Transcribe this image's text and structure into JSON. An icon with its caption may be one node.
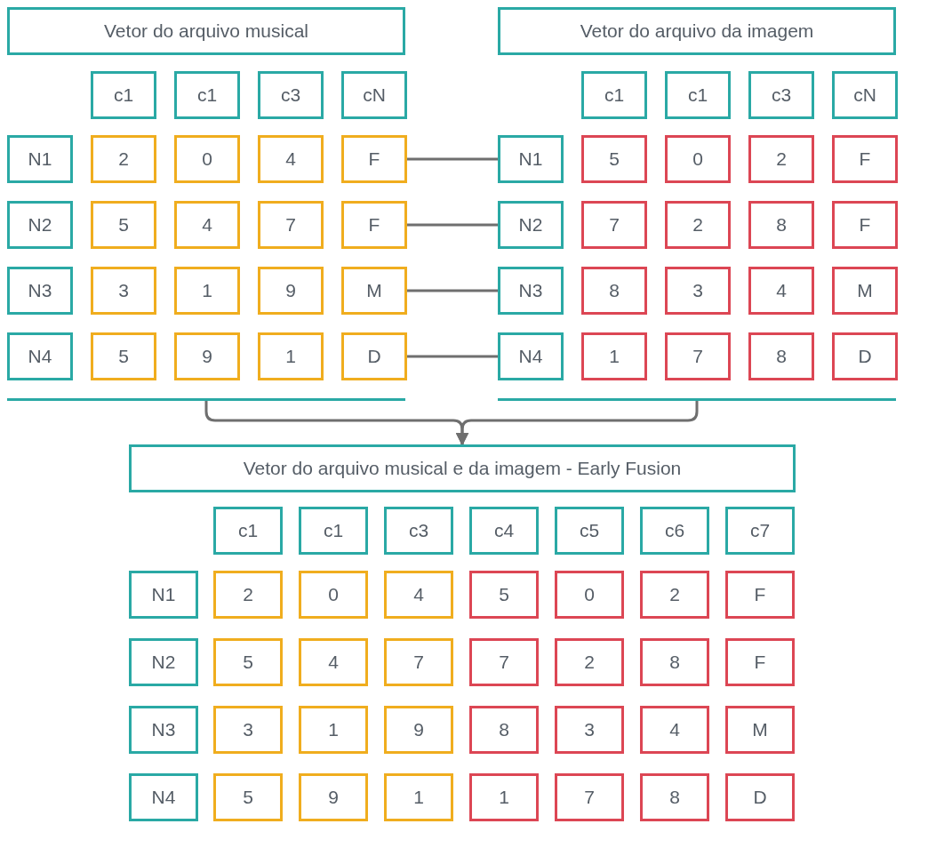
{
  "diagram": {
    "nodes": [
      {
        "text": [
          "Vetor do arquivo musical"
        ]
      },
      {
        "text": [
          "c1"
        ]
      },
      {
        "text": [
          "c1"
        ]
      },
      {
        "text": [
          "c3"
        ]
      },
      {
        "text": [
          "cN"
        ]
      },
      {
        "text": [
          "N1"
        ]
      },
      {
        "text": [
          "2"
        ]
      },
      {
        "text": [
          "0"
        ]
      },
      {
        "text": [
          "4"
        ]
      },
      {
        "text": [
          "F"
        ]
      },
      {
        "text": [
          "N2"
        ]
      },
      {
        "text": [
          "5"
        ]
      },
      {
        "text": [
          "4"
        ]
      },
      {
        "text": [
          "7"
        ]
      },
      {
        "text": [
          "F"
        ]
      },
      {
        "text": [
          "N3"
        ]
      },
      {
        "text": [
          "3"
        ]
      },
      {
        "text": [
          "1"
        ]
      },
      {
        "text": [
          "9"
        ]
      },
      {
        "text": [
          "M"
        ]
      },
      {
        "text": [
          "N4"
        ]
      },
      {
        "text": [
          "5"
        ]
      },
      {
        "text": [
          "9"
        ]
      },
      {
        "text": [
          "1"
        ]
      },
      {
        "text": [
          "D"
        ]
      },
      {
        "text": [],
        "shape": "bar"
      },
      {
        "text": [
          "Vetor do arquivo da imagem"
        ]
      },
      {
        "text": [
          "c1"
        ]
      },
      {
        "text": [
          "c1"
        ]
      },
      {
        "text": [
          "c3"
        ]
      },
      {
        "text": [
          "cN"
        ]
      },
      {
        "text": [
          "N1"
        ]
      },
      {
        "text": [
          "5"
        ]
      },
      {
        "text": [
          "0"
        ]
      },
      {
        "text": [
          "2"
        ]
      },
      {
        "text": [
          "F"
        ]
      },
      {
        "text": [
          "N2"
        ]
      },
      {
        "text": [
          "7"
        ]
      },
      {
        "text": [
          "2"
        ]
      },
      {
        "text": [
          "8"
        ]
      },
      {
        "text": [
          "F"
        ]
      },
      {
        "text": [
          "N3"
        ]
      },
      {
        "text": [
          "8"
        ]
      },
      {
        "text": [
          "3"
        ]
      },
      {
        "text": [
          "4"
        ]
      },
      {
        "text": [
          "M"
        ]
      },
      {
        "text": [
          "N4"
        ]
      },
      {
        "text": [
          "1"
        ]
      },
      {
        "text": [
          "7"
        ]
      },
      {
        "text": [
          "8"
        ]
      },
      {
        "text": [
          "D"
        ]
      },
      {
        "text": [],
        "shape": "bar"
      },
      {
        "text": [
          "Vetor do arquivo musical e da imagem - Early Fusion"
        ]
      },
      {
        "text": [
          "c1"
        ]
      },
      {
        "text": [
          "c1"
        ]
      },
      {
        "text": [
          "c3"
        ]
      },
      {
        "text": [
          "c4"
        ]
      },
      {
        "text": [
          "c5"
        ]
      },
      {
        "text": [
          "c6"
        ]
      },
      {
        "text": [
          "c7"
        ]
      },
      {
        "text": [
          "N1"
        ]
      },
      {
        "text": [
          "2"
        ]
      },
      {
        "text": [
          "0"
        ]
      },
      {
        "text": [
          "4"
        ]
      },
      {
        "text": [
          "5"
        ]
      },
      {
        "text": [
          "0"
        ]
      },
      {
        "text": [
          "2"
        ]
      },
      {
        "text": [
          "F"
        ]
      },
      {
        "text": [
          "N2"
        ]
      },
      {
        "text": [
          "5"
        ]
      },
      {
        "text": [
          "4"
        ]
      },
      {
        "text": [
          "7"
        ]
      },
      {
        "text": [
          "7"
        ]
      },
      {
        "text": [
          "2"
        ]
      },
      {
        "text": [
          "8"
        ]
      },
      {
        "text": [
          "F"
        ]
      },
      {
        "text": [
          "N3"
        ]
      },
      {
        "text": [
          "3"
        ]
      },
      {
        "text": [
          "1"
        ]
      },
      {
        "text": [
          "9"
        ]
      },
      {
        "text": [
          "8"
        ]
      },
      {
        "text": [
          "3"
        ]
      },
      {
        "text": [
          "4"
        ]
      },
      {
        "text": [
          "M"
        ]
      },
      {
        "text": [
          "N4"
        ]
      },
      {
        "text": [
          "5"
        ]
      },
      {
        "text": [
          "9"
        ]
      },
      {
        "text": [
          "1"
        ]
      },
      {
        "text": [
          "1"
        ]
      },
      {
        "text": [
          "7"
        ]
      },
      {
        "text": [
          "8"
        ]
      },
      {
        "text": [
          "D"
        ]
      }
    ],
    "edges": [
      {
        "from": 9,
        "to": 31,
        "arrow": "none"
      },
      {
        "from": 14,
        "to": 36,
        "arrow": "none"
      },
      {
        "from": 19,
        "to": 41,
        "arrow": "none"
      },
      {
        "from": 24,
        "to": 46,
        "arrow": "none"
      },
      {
        "from": 25,
        "to": 52,
        "arrow": "to"
      },
      {
        "from": 51,
        "to": 52,
        "arrow": "to"
      }
    ]
  }
}
